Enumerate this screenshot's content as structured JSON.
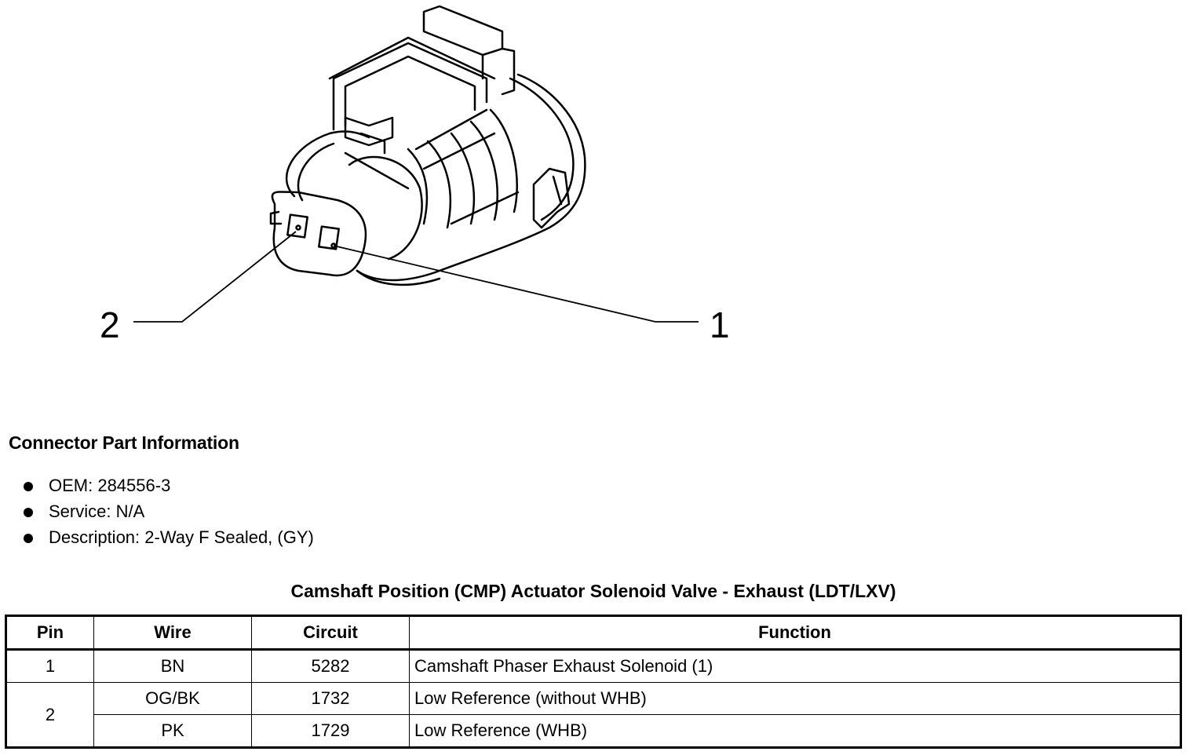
{
  "callouts": {
    "one": "1",
    "two": "2"
  },
  "connector_info": {
    "heading": "Connector Part Information",
    "items": [
      "OEM: 284556-3",
      "Service: N/A",
      "Description: 2-Way F Sealed, (GY)"
    ]
  },
  "table": {
    "title": "Camshaft Position (CMP) Actuator Solenoid Valve - Exhaust (LDT/LXV)",
    "headers": {
      "pin": "Pin",
      "wire": "Wire",
      "circuit": "Circuit",
      "function": "Function"
    },
    "rows": [
      {
        "pin": "1",
        "wire": "BN",
        "circuit": "5282",
        "function": "Camshaft Phaser Exhaust Solenoid (1)"
      },
      {
        "pin": "2",
        "wire": "OG/BK",
        "circuit": "1732",
        "function": "Low Reference (without WHB)"
      },
      {
        "wire": "PK",
        "circuit": "1729",
        "function": "Low Reference (WHB)"
      }
    ]
  }
}
